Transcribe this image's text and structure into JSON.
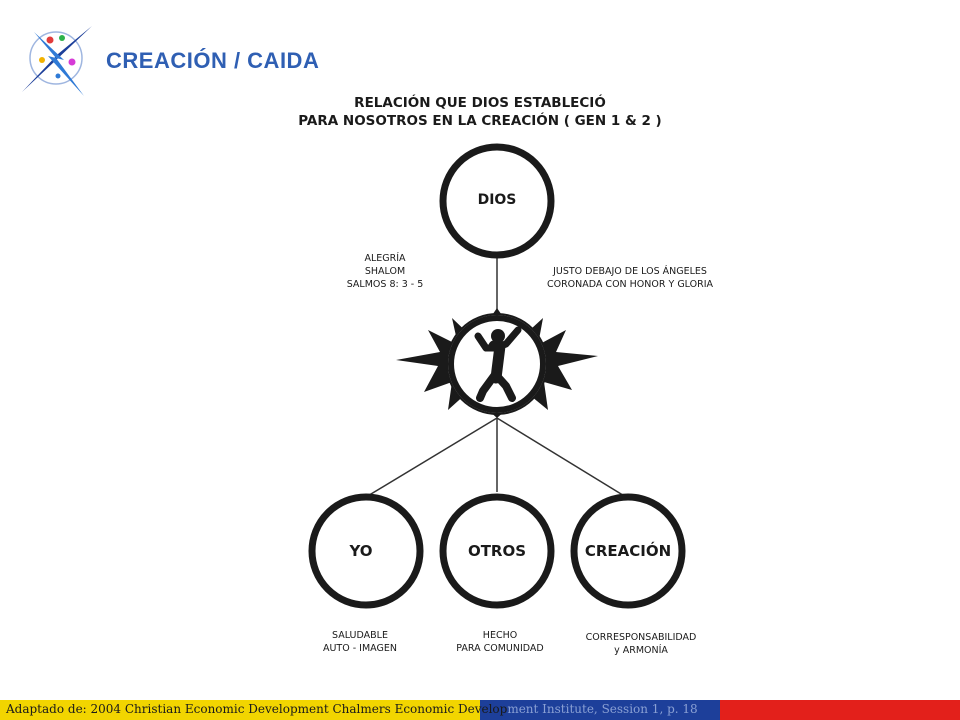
{
  "header": {
    "title": "CREACIÓN / CAIDA"
  },
  "diagram": {
    "title_line1": "RELACIÓN QUE DIOS ESTABLECIÓ",
    "title_line2": "PARA NOSOTROS EN LA CREACIÓN  ( GEN 1 & 2 )",
    "nodes": {
      "top": "DIOS",
      "left": "YO",
      "middle": "OTROS",
      "right": "CREACIÓN"
    },
    "notes": {
      "left_1": "ALEGRÍA",
      "left_2": "SHALOM",
      "left_3": "SALMOS 8: 3 - 5",
      "right_1": "JUSTO DEBAJO DE LOS ÁNGELES",
      "right_2": "CORONADA CON HONOR Y GLORIA",
      "yo_1": "SALUDABLE",
      "yo_2": "AUTO - IMAGEN",
      "otros_1": "HECHO",
      "otros_2": "PARA COMUNIDAD",
      "creacion_1": "CORRESPONSABILIDAD",
      "creacion_2": "y ARMONÍA"
    }
  },
  "footer": {
    "text_main": "Adaptado de: 2004 Christian Economic Development Chalmers Economic Develop",
    "text_tail": "ment Institute, Session 1, p. 18",
    "colors": {
      "yellow": "#f2d500",
      "blue": "#1d3f9a",
      "red": "#e3201b"
    }
  },
  "icons": [
    "compass-star-logo",
    "burst-icon",
    "person-figure-icon"
  ]
}
